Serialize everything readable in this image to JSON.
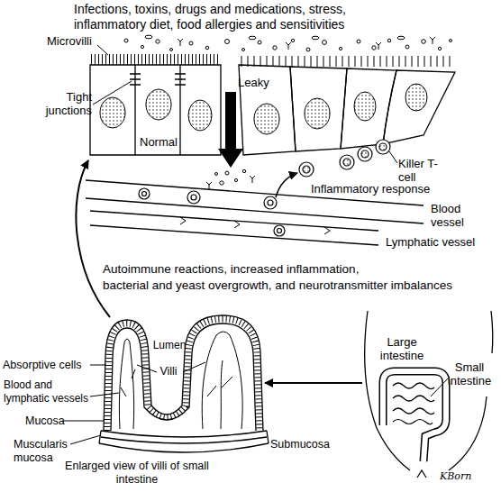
{
  "diagram": {
    "labels": [
      "Infections, toxins, drugs and medications, stress, inflammatory diet, food allergies and sensitivities",
      "Microvilli",
      "Leaky",
      "Tight junctions",
      "Normal",
      "Killer T-cell",
      "Inflammatory response",
      "Blood vessel",
      "Lymphatic vessel",
      "Autoimmune reactions, increased inflammation, bacterial and yeast overgrowth, and neurotransmitter imbalances",
      "Large intestine",
      "Lumen",
      "Absorptive cells",
      "Small intestine",
      "Villi",
      "Blood and lymphatic vessels",
      "Mucosa",
      "Muscularis mucosa",
      "Submucosa",
      "Enlarged view of villi of small intestine",
      "KBorn"
    ]
  }
}
